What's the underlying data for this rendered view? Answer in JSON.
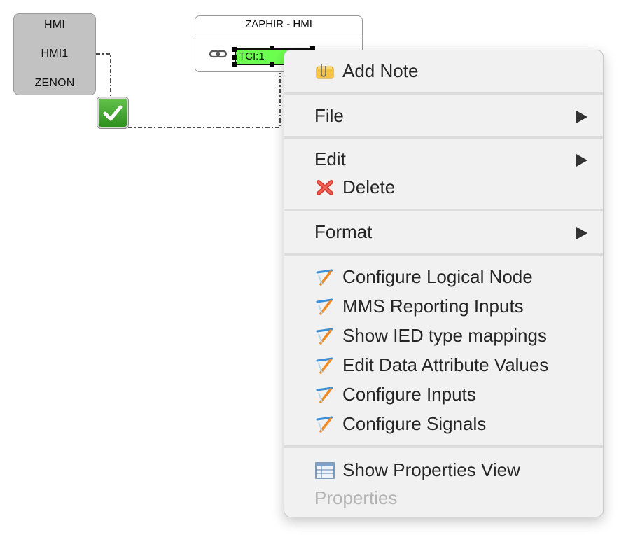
{
  "canvas": {
    "hmi_node": {
      "line1": "HMI",
      "line2": "HMI1",
      "line3": "ZENON"
    },
    "zaphir_node": {
      "title": "ZAPHIR - HMI",
      "port_label": "TCI:1"
    }
  },
  "context_menu": {
    "items": [
      {
        "label": "Add Note",
        "icon": "note-icon"
      },
      {
        "label": "File",
        "submenu": true
      },
      {
        "label": "Edit",
        "submenu": true
      },
      {
        "label": "Delete",
        "icon": "delete-icon"
      },
      {
        "label": "Format",
        "submenu": true
      },
      {
        "label": "Configure Logical Node",
        "icon": "wand-icon"
      },
      {
        "label": "MMS Reporting Inputs",
        "icon": "wand-icon"
      },
      {
        "label": "Show IED type mappings",
        "icon": "wand-icon"
      },
      {
        "label": "Edit Data Attribute Values",
        "icon": "wand-icon"
      },
      {
        "label": "Configure Inputs",
        "icon": "wand-icon"
      },
      {
        "label": "Configure Signals",
        "icon": "wand-icon"
      },
      {
        "label": "Show Properties View",
        "icon": "properties-table-icon"
      },
      {
        "label": "Properties",
        "disabled": true
      }
    ]
  },
  "colors": {
    "port_highlight": "#6dff4f",
    "node_fill": "#c2c2c2",
    "menu_bg": "#f1f1f1"
  }
}
